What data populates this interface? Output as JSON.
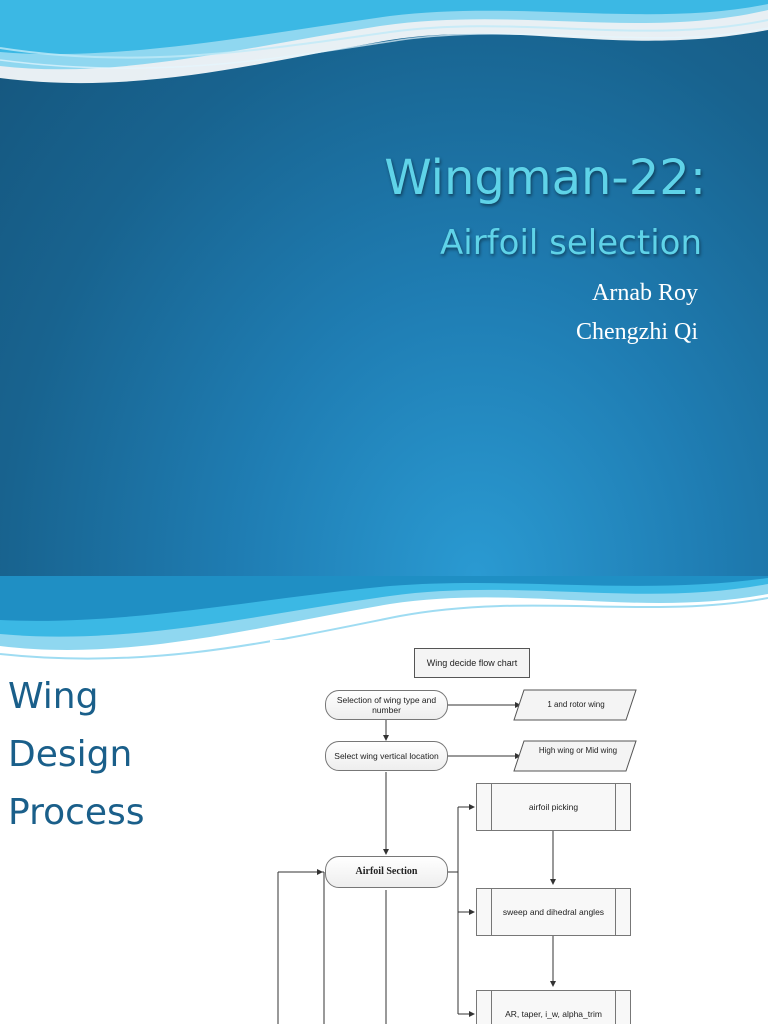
{
  "slide1": {
    "title": "Wingman-22:",
    "subtitle": "Airfoil selection",
    "authors": [
      "Arnab Roy",
      "Chengzhi Qi"
    ]
  },
  "slide2": {
    "title_lines": [
      "Wing",
      "Design",
      "Process"
    ],
    "flowchart": {
      "header": "Wing decide flow chart",
      "step_wing_type": "Selection of wing type and number",
      "output_wing_type": "1 and rotor wing",
      "step_vertical_location": "Select wing vertical location",
      "output_vertical_location": "High wing or Mid wing",
      "step_airfoil_section": "Airfoil Section",
      "sub_airfoil_picking": "airfoil picking",
      "sub_sweep_dihedral": "sweep and dihedral angles",
      "sub_ar_taper": "AR, taper, i_w, alpha_trim"
    }
  }
}
